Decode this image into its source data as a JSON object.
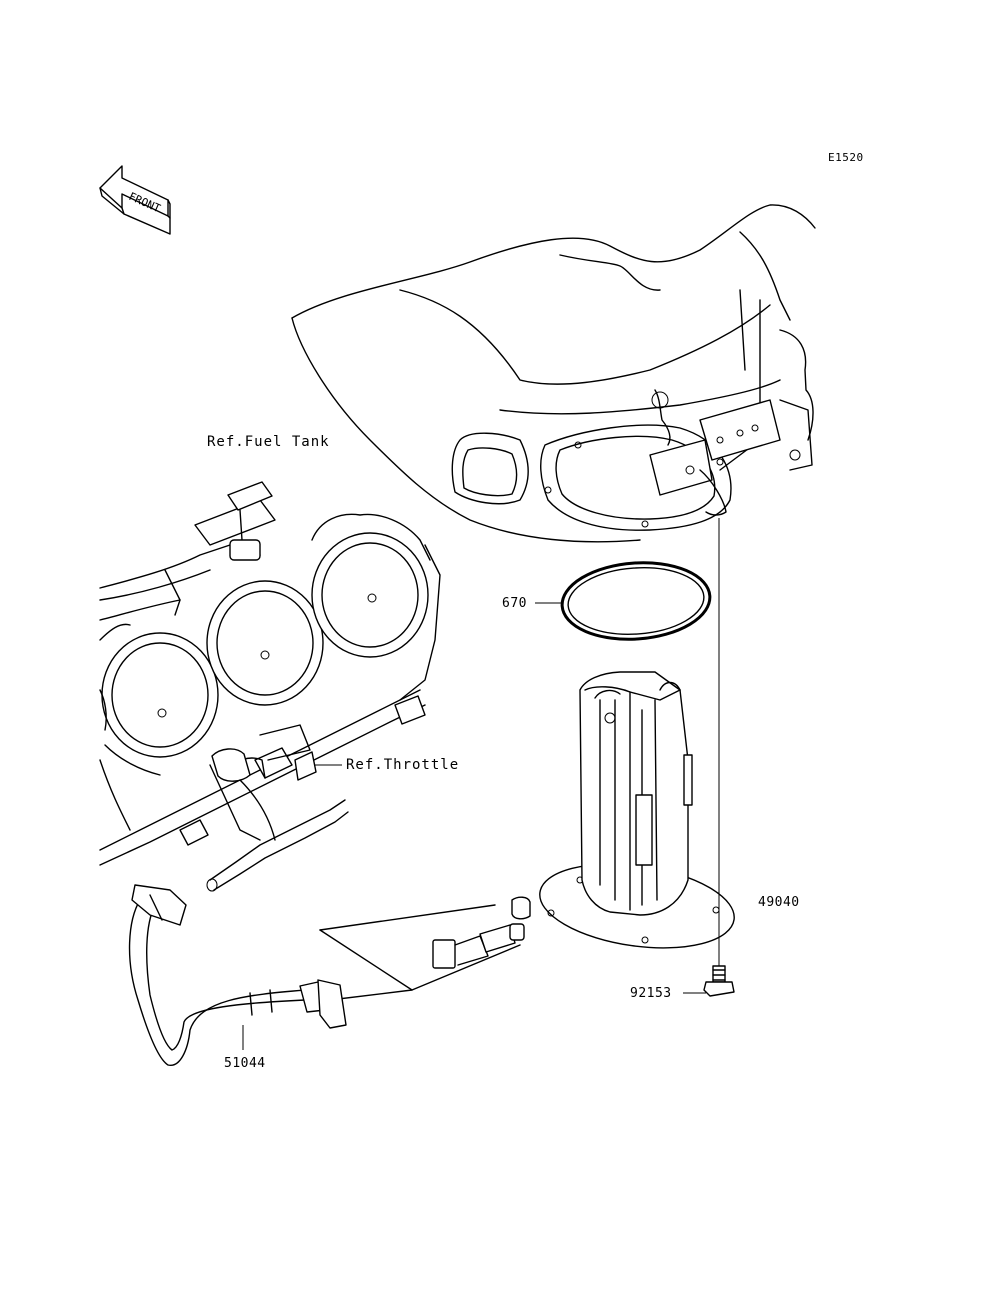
{
  "diagram_code": "E1520",
  "orientation": {
    "label": "FRONT",
    "icon": "front-arrow-icon"
  },
  "references": {
    "fuel_tank": "Ref.Fuel Tank",
    "throttle": "Ref.Throttle"
  },
  "parts": [
    {
      "number": "670",
      "name": "o-ring"
    },
    {
      "number": "49040",
      "name": "fuel-pump"
    },
    {
      "number": "92153",
      "name": "bolt"
    },
    {
      "number": "51044",
      "name": "fuel-hose"
    }
  ],
  "colors": {
    "line": "#000000",
    "background": "#ffffff"
  }
}
